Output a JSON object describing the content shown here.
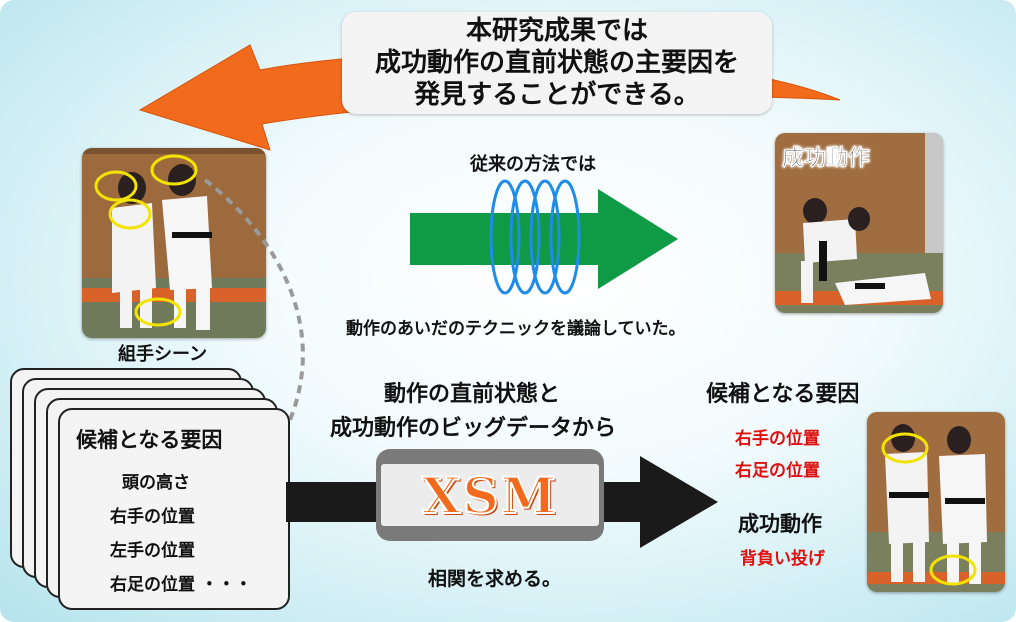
{
  "banner": {
    "line1": "本研究成果では",
    "line2": "成功動作の直前状態の主要因を",
    "line3": "発見することができる。"
  },
  "grip_scene": {
    "caption": "組手シーン"
  },
  "conventional": {
    "title": "従来の方法では",
    "caption": "動作のあいだのテクニックを議論していた。"
  },
  "success_top": {
    "title": "成功動作"
  },
  "candidates_card": {
    "title": "候補となる要因",
    "items": [
      "頭の高さ",
      "右手の位置",
      "左手の位置",
      "右足の位置 ・・・"
    ]
  },
  "bigdata": {
    "line1": "動作の直前状態と",
    "line2": "成功動作のビッグデータから"
  },
  "xsm": {
    "label": "XSM",
    "caption": "相関を求める。"
  },
  "result": {
    "title": "候補となる要因",
    "factors": [
      "右手の位置",
      "右足の位置"
    ],
    "success_title": "成功動作",
    "technique": "背負い投げ"
  },
  "colors": {
    "orange_arrow": "#f26a1b",
    "green_arrow": "#0f9a45",
    "blue_rings": "#1e8ce8",
    "highlight_circle": "#f2e400",
    "red_text": "#e01010",
    "dark_arrow": "#1a1a1a"
  }
}
